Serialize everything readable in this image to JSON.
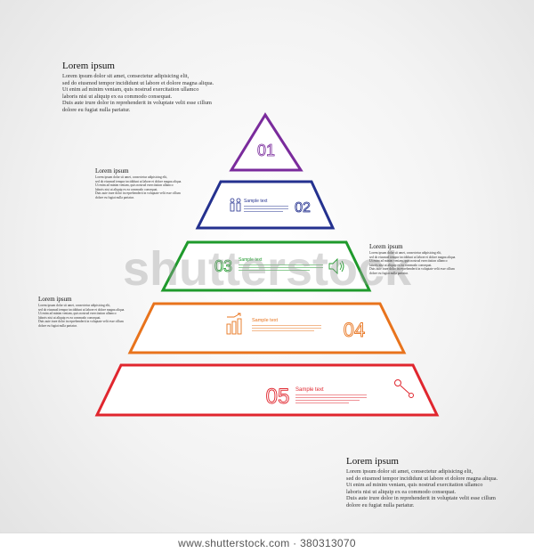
{
  "blocks": {
    "top_left": {
      "heading": "Lorem ipsum",
      "lines": [
        "Lorem ipsum dolor sit amet, consectetur adipisicing elit,",
        "sed do eiusmod tempor incididunt ut labore et dolore magna aliqua.",
        "Ut enim ad minim veniam, quis nostrud exercitation ullamco",
        "laboris nisi ut aliquip ex ea commodo consequat.",
        "Duis aute irure dolor in reprehenderit in voluptate velit esse cillum",
        "dolore eu fugiat nulla pariatur."
      ]
    },
    "level2_left": {
      "heading": "Lorem ipsum",
      "lines": [
        "Lorem ipsum dolor sit amet, consectetur adipisicing elit,",
        "sed do eiusmod tempor incididunt ut labore et dolore magna aliqua.",
        "Ut enim ad minim veniam, quis nostrud exercitation ullamco",
        "laboris nisi ut aliquip ex ea commodo consequat.",
        "Duis aute irure dolor in reprehenderit in voluptate velit esse cillum",
        "dolore eu fugiat nulla pariatur."
      ]
    },
    "level3_right": {
      "heading": "Lorem ipsum",
      "lines": [
        "Lorem ipsum dolor sit amet, consectetur adipisicing elit,",
        "sed do eiusmod tempor incididunt ut labore et dolore magna aliqua.",
        "Ut enim ad minim veniam, quis nostrud exercitation ullamco",
        "laboris nisi ut aliquip ex ea commodo consequat.",
        "Duis aute irure dolor in reprehenderit in voluptate velit esse cillum",
        "dolore eu fugiat nulla pariatur."
      ]
    },
    "level4_left": {
      "heading": "Lorem ipsum",
      "lines": [
        "Lorem ipsum dolor sit amet, consectetur adipisicing elit,",
        "sed do eiusmod tempor incididunt ut labore et dolore magna aliqua.",
        "Ut enim ad minim veniam, quis nostrud exercitation ullamco",
        "laboris nisi ut aliquip ex ea commodo consequat.",
        "Duis aute irure dolor in reprehenderit in voluptate velit esse cillum",
        "dolore eu fugiat nulla pariatur."
      ]
    },
    "bottom_right": {
      "heading": "Lorem ipsum",
      "lines": [
        "Lorem ipsum dolor sit amet, consectetur adipisicing elit,",
        "sed do eiusmod tempor incididunt ut labore et dolore magna aliqua.",
        "Ut enim ad minim veniam, quis nostrud exercitation ullamco",
        "laboris nisi ut aliquip ex ea commodo consequat.",
        "Duis aute irure dolor in reprehenderit in voluptate velit esse cillum",
        "dolore eu fugiat nulla pariatur."
      ]
    }
  },
  "levels": [
    {
      "number": "01",
      "color": "#7a2b9c"
    },
    {
      "number": "02",
      "color": "#24318f",
      "label": "Sample text",
      "icon": "people-icon"
    },
    {
      "number": "03",
      "color": "#1f9a2c",
      "label": "Sample text",
      "icon": "speaker-icon"
    },
    {
      "number": "04",
      "color": "#e8731c",
      "label": "Sample text",
      "icon": "bar-chart-icon"
    },
    {
      "number": "05",
      "color": "#e0262e",
      "label": "Sample text",
      "icon": "wrench-icon"
    }
  ],
  "watermark": "shutterstock",
  "footer": "www.shutterstock.com · 380313070"
}
